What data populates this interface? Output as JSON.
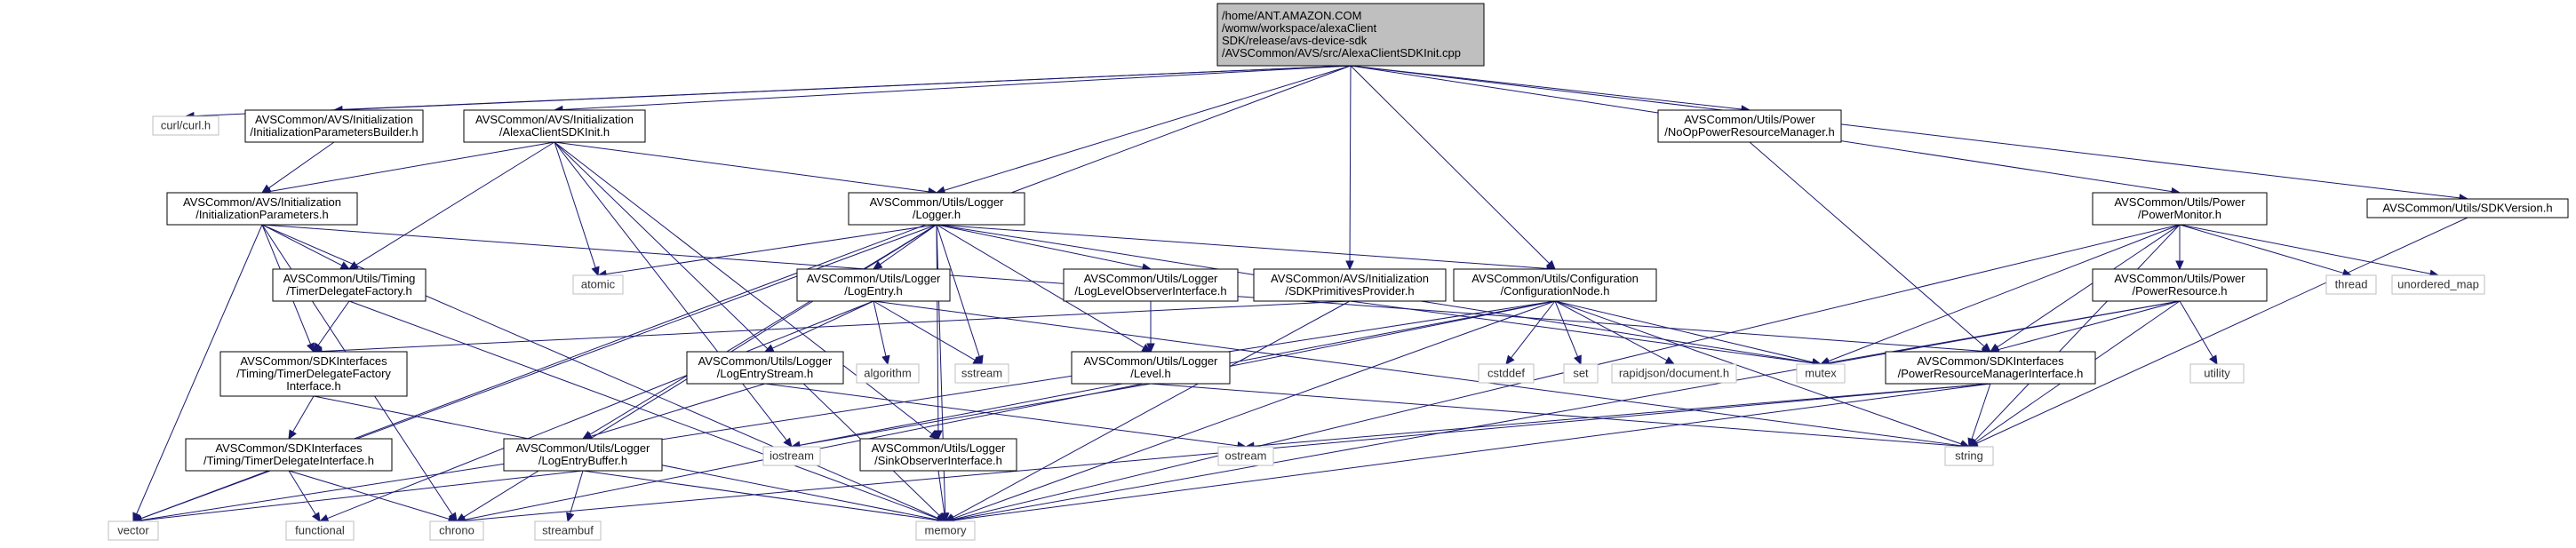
{
  "colors": {
    "main_fill": "#bfbfbf",
    "edge": "#191970",
    "local_border": "#000000",
    "system_border": "#bfbfbf"
  },
  "nodes": [
    {
      "id": "main",
      "kind": "main",
      "lines": [
        "/home/ANT.AMAZON.COM",
        "/womw/workspace/alexaClient",
        "SDK/release/avs-device-sdk",
        "/AVSCommon/AVS/src/AlexaClientSDKInit.cpp"
      ]
    },
    {
      "id": "curl",
      "kind": "sys",
      "lines": [
        "curl/curl.h"
      ]
    },
    {
      "id": "initparamsbuilder",
      "kind": "local",
      "lines": [
        "AVSCommon/AVS/Initialization",
        "/InitializationParametersBuilder.h"
      ]
    },
    {
      "id": "sdkinit_h",
      "kind": "local",
      "lines": [
        "AVSCommon/AVS/Initialization",
        "/AlexaClientSDKInit.h"
      ]
    },
    {
      "id": "noop",
      "kind": "local",
      "lines": [
        "AVSCommon/Utils/Power",
        "/NoOpPowerResourceManager.h"
      ]
    },
    {
      "id": "initparams",
      "kind": "local",
      "lines": [
        "AVSCommon/AVS/Initialization",
        "/InitializationParameters.h"
      ]
    },
    {
      "id": "logger",
      "kind": "local",
      "lines": [
        "AVSCommon/Utils/Logger",
        "/Logger.h"
      ]
    },
    {
      "id": "powermonitor",
      "kind": "local",
      "lines": [
        "AVSCommon/Utils/Power",
        "/PowerMonitor.h"
      ]
    },
    {
      "id": "sdkversion",
      "kind": "local",
      "lines": [
        "AVSCommon/Utils/SDKVersion.h"
      ]
    },
    {
      "id": "atomic",
      "kind": "sys",
      "lines": [
        "atomic"
      ]
    },
    {
      "id": "timerfactory",
      "kind": "local",
      "lines": [
        "AVSCommon/Utils/Timing",
        "/TimerDelegateFactory.h"
      ]
    },
    {
      "id": "logentry",
      "kind": "local",
      "lines": [
        "AVSCommon/Utils/Logger",
        "/LogEntry.h"
      ]
    },
    {
      "id": "loglevelobs",
      "kind": "local",
      "lines": [
        "AVSCommon/Utils/Logger",
        "/LogLevelObserverInterface.h"
      ]
    },
    {
      "id": "sdkprimitives",
      "kind": "local",
      "lines": [
        "AVSCommon/AVS/Initialization",
        "/SDKPrimitivesProvider.h"
      ]
    },
    {
      "id": "confignode",
      "kind": "local",
      "lines": [
        "AVSCommon/Utils/Configuration",
        "/ConfigurationNode.h"
      ]
    },
    {
      "id": "powerresource",
      "kind": "local",
      "lines": [
        "AVSCommon/Utils/Power",
        "/PowerResource.h"
      ]
    },
    {
      "id": "thread",
      "kind": "sys",
      "lines": [
        "thread"
      ]
    },
    {
      "id": "unordered_map",
      "kind": "sys",
      "lines": [
        "unordered_map"
      ]
    },
    {
      "id": "timerfactoryiface",
      "kind": "local",
      "lines": [
        "AVSCommon/SDKInterfaces",
        "/Timing/TimerDelegateFactory",
        "Interface.h"
      ]
    },
    {
      "id": "algorithm",
      "kind": "sys",
      "lines": [
        "algorithm"
      ]
    },
    {
      "id": "sstream",
      "kind": "sys",
      "lines": [
        "sstream"
      ]
    },
    {
      "id": "logentrystream",
      "kind": "local",
      "lines": [
        "AVSCommon/Utils/Logger",
        "/LogEntryStream.h"
      ]
    },
    {
      "id": "level",
      "kind": "local",
      "lines": [
        "AVSCommon/Utils/Logger",
        "/Level.h"
      ]
    },
    {
      "id": "cstddef",
      "kind": "sys",
      "lines": [
        "cstddef"
      ]
    },
    {
      "id": "set",
      "kind": "sys",
      "lines": [
        "set"
      ]
    },
    {
      "id": "rapidjson",
      "kind": "sys",
      "lines": [
        "rapidjson/document.h"
      ]
    },
    {
      "id": "mutex",
      "kind": "sys",
      "lines": [
        "mutex"
      ]
    },
    {
      "id": "powerresmgr",
      "kind": "local",
      "lines": [
        "AVSCommon/SDKInterfaces",
        "/PowerResourceManagerInterface.h"
      ]
    },
    {
      "id": "utility",
      "kind": "sys",
      "lines": [
        "utility"
      ]
    },
    {
      "id": "timeriface",
      "kind": "local",
      "lines": [
        "AVSCommon/SDKInterfaces",
        "/Timing/TimerDelegateInterface.h"
      ]
    },
    {
      "id": "logentrybuffer",
      "kind": "local",
      "lines": [
        "AVSCommon/Utils/Logger",
        "/LogEntryBuffer.h"
      ]
    },
    {
      "id": "sinkobs",
      "kind": "local",
      "lines": [
        "AVSCommon/Utils/Logger",
        "/SinkObserverInterface.h"
      ]
    },
    {
      "id": "iostream",
      "kind": "sys",
      "lines": [
        "iostream"
      ]
    },
    {
      "id": "ostream",
      "kind": "sys",
      "lines": [
        "ostream"
      ]
    },
    {
      "id": "string",
      "kind": "sys",
      "lines": [
        "string"
      ]
    },
    {
      "id": "vector",
      "kind": "sys",
      "lines": [
        "vector"
      ]
    },
    {
      "id": "functional",
      "kind": "sys",
      "lines": [
        "functional"
      ]
    },
    {
      "id": "chrono",
      "kind": "sys",
      "lines": [
        "chrono"
      ]
    },
    {
      "id": "streambuf",
      "kind": "sys",
      "lines": [
        "streambuf"
      ]
    },
    {
      "id": "memory",
      "kind": "sys",
      "lines": [
        "memory"
      ]
    }
  ],
  "edges": [
    [
      "main",
      "curl"
    ],
    [
      "main",
      "initparamsbuilder"
    ],
    [
      "main",
      "sdkinit_h"
    ],
    [
      "main",
      "vector"
    ],
    [
      "main",
      "logger"
    ],
    [
      "main",
      "sdkprimitives"
    ],
    [
      "main",
      "confignode"
    ],
    [
      "main",
      "noop"
    ],
    [
      "main",
      "powermonitor"
    ],
    [
      "main",
      "sdkversion"
    ],
    [
      "initparamsbuilder",
      "initparams"
    ],
    [
      "sdkinit_h",
      "initparams"
    ],
    [
      "sdkinit_h",
      "logger"
    ],
    [
      "sdkinit_h",
      "timerfactory"
    ],
    [
      "sdkinit_h",
      "atomic"
    ],
    [
      "sdkinit_h",
      "iostream"
    ],
    [
      "sdkinit_h",
      "memory"
    ],
    [
      "sdkinit_h",
      "sinkobs"
    ],
    [
      "initparams",
      "timerfactory"
    ],
    [
      "initparams",
      "timerfactoryiface"
    ],
    [
      "initparams",
      "powerresmgr"
    ],
    [
      "initparams",
      "vector"
    ],
    [
      "initparams",
      "memory"
    ],
    [
      "initparams",
      "chrono"
    ],
    [
      "logger",
      "atomic"
    ],
    [
      "logger",
      "logentry"
    ],
    [
      "logger",
      "loglevelobs"
    ],
    [
      "logger",
      "confignode"
    ],
    [
      "logger",
      "level"
    ],
    [
      "logger",
      "sstream"
    ],
    [
      "logger",
      "mutex"
    ],
    [
      "logger",
      "vector"
    ],
    [
      "logger",
      "chrono"
    ],
    [
      "logger",
      "memory"
    ],
    [
      "logger",
      "sinkobs"
    ],
    [
      "logger",
      "logentrybuffer"
    ],
    [
      "timerfactory",
      "timerfactoryiface"
    ],
    [
      "timerfactory",
      "memory"
    ],
    [
      "timerfactoryiface",
      "timeriface"
    ],
    [
      "timerfactoryiface",
      "memory"
    ],
    [
      "timeriface",
      "functional"
    ],
    [
      "timeriface",
      "chrono"
    ],
    [
      "logentry",
      "logentrystream"
    ],
    [
      "logentry",
      "algorithm"
    ],
    [
      "logentry",
      "sstream"
    ],
    [
      "logentry",
      "string"
    ],
    [
      "logentry",
      "functional"
    ],
    [
      "logentrystream",
      "logentrybuffer"
    ],
    [
      "logentrystream",
      "ostream"
    ],
    [
      "logentrybuffer",
      "streambuf"
    ],
    [
      "logentrybuffer",
      "vector"
    ],
    [
      "logentrybuffer",
      "memory"
    ],
    [
      "loglevelobs",
      "level"
    ],
    [
      "level",
      "iostream"
    ],
    [
      "level",
      "string"
    ],
    [
      "sinkobs",
      "memory"
    ],
    [
      "sdkprimitives",
      "timerfactoryiface"
    ],
    [
      "sdkprimitives",
      "memory"
    ],
    [
      "sdkprimitives",
      "mutex"
    ],
    [
      "confignode",
      "cstddef"
    ],
    [
      "confignode",
      "set"
    ],
    [
      "confignode",
      "rapidjson"
    ],
    [
      "confignode",
      "mutex"
    ],
    [
      "confignode",
      "string"
    ],
    [
      "confignode",
      "iostream"
    ],
    [
      "confignode",
      "chrono"
    ],
    [
      "confignode",
      "memory"
    ],
    [
      "confignode",
      "vector"
    ],
    [
      "noop",
      "powerresmgr"
    ],
    [
      "powermonitor",
      "powerresource"
    ],
    [
      "powermonitor",
      "powerresmgr"
    ],
    [
      "powermonitor",
      "thread"
    ],
    [
      "powermonitor",
      "unordered_map"
    ],
    [
      "powermonitor",
      "mutex"
    ],
    [
      "powermonitor",
      "string"
    ],
    [
      "powermonitor",
      "memory"
    ],
    [
      "powerresource",
      "powerresmgr"
    ],
    [
      "powerresource",
      "utility"
    ],
    [
      "powerresource",
      "mutex"
    ],
    [
      "powerresource",
      "string"
    ],
    [
      "powerresource",
      "memory"
    ],
    [
      "powerresmgr",
      "string"
    ],
    [
      "powerresmgr",
      "ostream"
    ],
    [
      "powerresmgr",
      "chrono"
    ],
    [
      "powerresmgr",
      "memory"
    ],
    [
      "sdkversion",
      "string"
    ]
  ]
}
